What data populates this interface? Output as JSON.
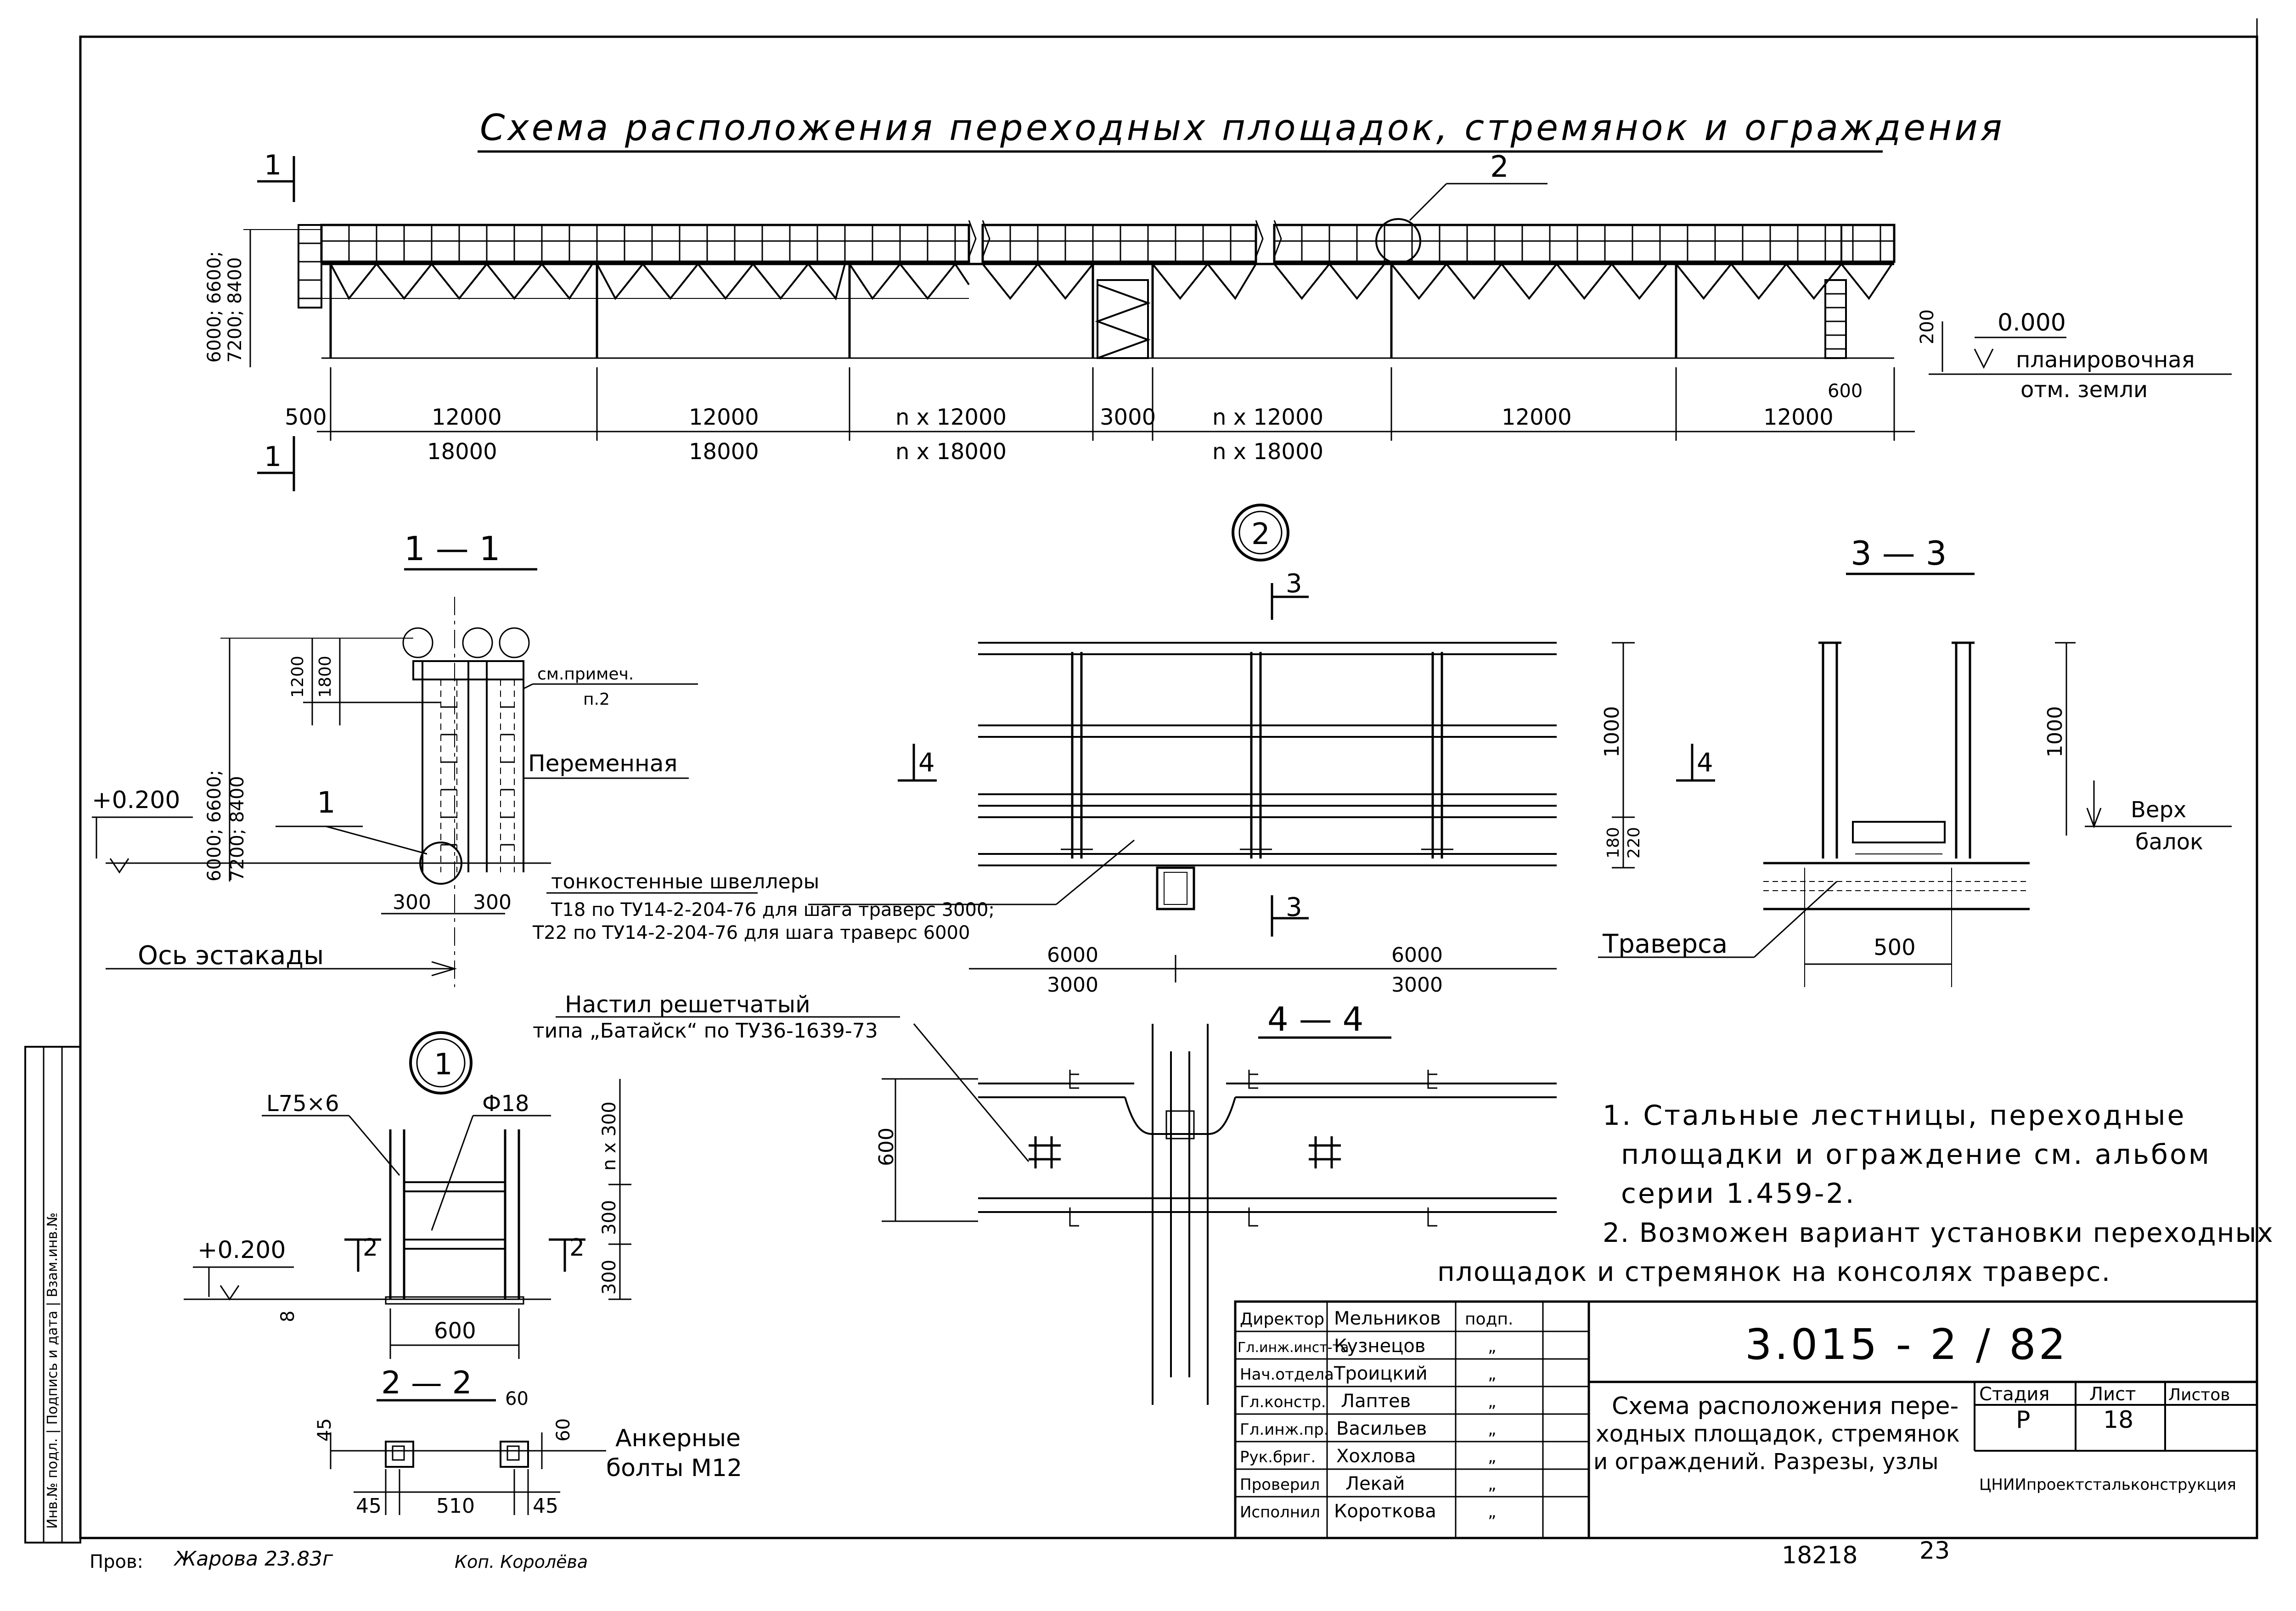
{
  "main_title": "Схема расположения переходных площадок, стремянок и ограждения",
  "elevation": {
    "section_mark_left": "1",
    "callout_2": "2",
    "heights_label_a": "6000; 6600;",
    "heights_label_b": "7200; 8400",
    "dim_200": "200",
    "level_value": "0.000",
    "level_label_1": "планировочная",
    "level_label_2": "отм. земли",
    "dim_500": "500",
    "dim_600": "600",
    "spans_top": [
      "12000",
      "12000",
      "n x 12000",
      "3000",
      "n x 12000",
      "12000",
      "12000"
    ],
    "spans_bottom": [
      "18000",
      "18000",
      "n x 18000",
      "n x 18000"
    ]
  },
  "section_1_1": {
    "title": "1 — 1",
    "dim_1200": "1200",
    "dim_1800": "1800",
    "heights_a": "6000; 6600;",
    "heights_b": "7200; 8400",
    "note_ref": "см.примеч.",
    "note_ref_2": "п.2",
    "variable": "Переменная",
    "elev_mark": "+0.200",
    "node_mark": "1",
    "dim_300_left": "300",
    "dim_300_right": "300",
    "axis_label": "Ось эстакады",
    "channels_title": "тонкостенные швеллеры",
    "channels_line1": "Т18 по ТУ14-2-204-76 для шага траверс 3000;",
    "channels_line2": "Т22 по ТУ14-2-204-76 для шага траверс 6000"
  },
  "node_2": {
    "mark": "2",
    "section_3": "3",
    "section_4": "4",
    "dim_1000": "1000",
    "dim_180": "180",
    "dim_220": "220",
    "dim_6000_left": "6000",
    "dim_3000_left": "3000",
    "dim_6000_right": "6000",
    "dim_3000_right": "3000"
  },
  "section_3_3": {
    "title": "3 — 3",
    "dim_1000": "1000",
    "top_label_1": "Верх",
    "top_label_2": "балок",
    "traverse": "Траверса",
    "dim_500": "500"
  },
  "node_1": {
    "mark": "1",
    "angle": "L75×6",
    "rod": "Ф18",
    "elev_mark": "+0.200",
    "dim_n300": "n x 300",
    "dim_300a": "300",
    "dim_300b": "300",
    "dim_8": "8",
    "dim_600": "600",
    "section_mark": "2"
  },
  "section_2_2": {
    "title": "2 — 2",
    "dim_45_top": "45",
    "dim_60_top": "60",
    "dim_60_right": "60",
    "dim_45_left": "45",
    "dim_510": "510",
    "dim_45_right": "45",
    "anchor_1": "Анкерные",
    "anchor_2": "болты М12"
  },
  "section_4_4": {
    "title": "4 — 4",
    "deck_1": "Настил решетчатый",
    "deck_2": "типа „Батайск“ по ТУ36-1639-73",
    "dim_600": "600"
  },
  "notes": [
    "1. Стальные лестницы, переходные",
    "площадки и ограждение см. альбом",
    "серии 1.459-2.",
    "2. Возможен вариант установки переходных",
    "площадок и стремянок на консолях траверс."
  ],
  "title_block": {
    "signatures": [
      {
        "role": "Директор",
        "name": "Мельников",
        "mark": "подп."
      },
      {
        "role": "Гл.инж.инст-та",
        "name": "Кузнецов",
        "mark": "„"
      },
      {
        "role": "Нач.отдела",
        "name": "Троицкий",
        "mark": "„"
      },
      {
        "role": "Гл.констр.",
        "name": "Лаптев",
        "mark": "„"
      },
      {
        "role": "Гл.инж.пр.",
        "name": "Васильев",
        "mark": "„"
      },
      {
        "role": "Рук.бриг.",
        "name": "Хохлова",
        "mark": "„"
      },
      {
        "role": "Проверил",
        "name": "Лекай",
        "mark": "„"
      },
      {
        "role": "Исполнил",
        "name": "Короткова",
        "mark": "„"
      }
    ],
    "doc_code": "3.015 - 2 / 82",
    "sheet_title_1": "Схема расположения пере-",
    "sheet_title_2": "ходных площадок, стремянок",
    "sheet_title_3": "и ограждений. Разрезы, узлы",
    "stage_label": "Стадия",
    "sheet_label": "Лист",
    "sheets_label": "Листов",
    "stage_value": "Р",
    "sheet_value": "18",
    "org": "ЦНИИпроектстальконструкция"
  },
  "side_stamp": "Инв.№ подл. | Подпись и дата | Взам.инв.№",
  "bottom": {
    "checked_label": "Пров:",
    "checked_sig": "Жарова 23.83г",
    "copy_sig": "Коп. Королёва",
    "archive_no": "18218",
    "page_no": "23"
  }
}
